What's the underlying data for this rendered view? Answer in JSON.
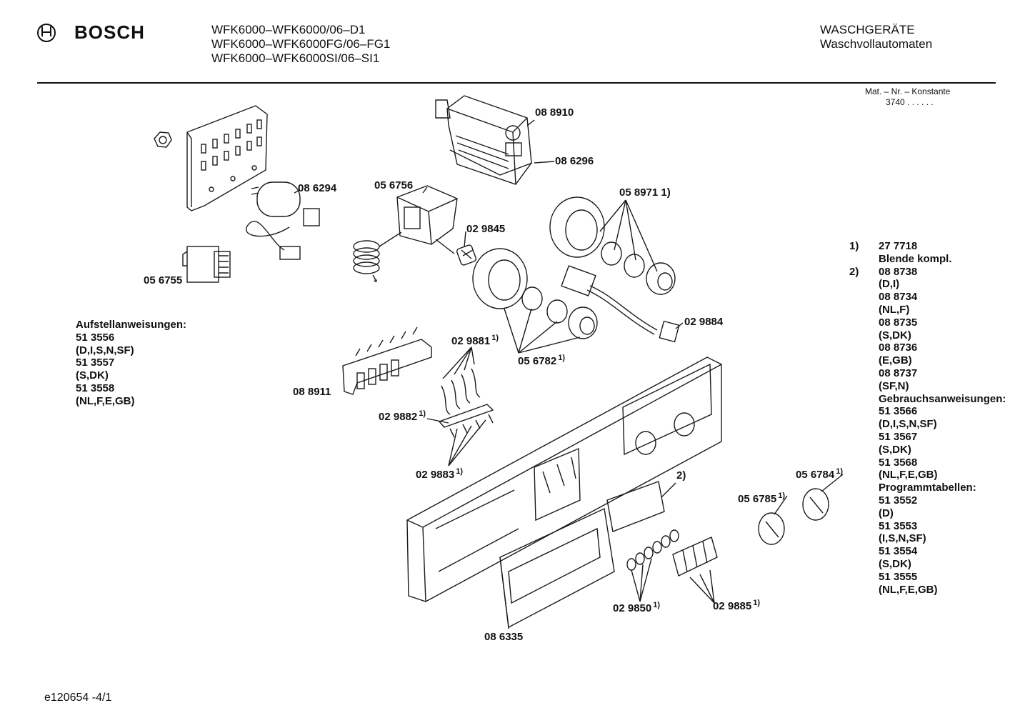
{
  "header": {
    "brand": "BOSCH",
    "models": [
      "WFK6000–WFK6000/06–D1",
      "WFK6000–WFK6000FG/06–FG1",
      "WFK6000–WFK6000SI/06–SI1"
    ],
    "category": "WASCHGERÄTE",
    "subcategory": "Waschvollautomaten",
    "mat_label": "Mat. – Nr. – Konstante",
    "mat_value": "3740  .  .  .  .  .  ."
  },
  "parts": {
    "p088910": "08 8910",
    "p086296": "08 6296",
    "p086294": "08 6294",
    "p056756": "05 6756",
    "p058971": "05 8971 1)",
    "p029845": "02 9845",
    "p056755": "05 6755",
    "p029884": "02 9884",
    "p029881": "02 9881",
    "p056782": "05 6782",
    "p088911": "08 8911",
    "p029882": "02 9882",
    "p029883": "02 9883",
    "note2": "2)",
    "p056784": "05 6784",
    "p056785": "05 6785",
    "p029850": "02 9850",
    "p029885": "02 9885",
    "p086335": "08 6335",
    "sup": "1)"
  },
  "aufstell": {
    "title": "Aufstellanweisungen:",
    "lines": [
      "51 3556",
      "(D,I,S,N,SF)",
      "51 3557",
      "(S,DK)",
      "51 3558",
      "(NL,F,E,GB)"
    ]
  },
  "notes": {
    "n1_marker": "1)",
    "n2_marker": "2)",
    "lines": [
      "27 7718",
      "Blende kompl.",
      "08 8738",
      "(D,I)",
      "08 8734",
      "(NL,F)",
      "08 8735",
      "(S,DK)",
      "08 8736",
      "(E,GB)",
      "08 8737",
      "(SF,N)",
      "Gebrauchsanweisungen:",
      "51 3566",
      "(D,I,S,N,SF)",
      "51 3567",
      "(S,DK)",
      "51 3568",
      "(NL,F,E,GB)",
      "Programmtabellen:",
      "51 3552",
      "(D)",
      "51 3553",
      "(I,S,N,SF)",
      "51 3554",
      "(S,DK)",
      "51 3555",
      "(NL,F,E,GB)"
    ]
  },
  "footer": {
    "code": "e120654 -4/1"
  }
}
